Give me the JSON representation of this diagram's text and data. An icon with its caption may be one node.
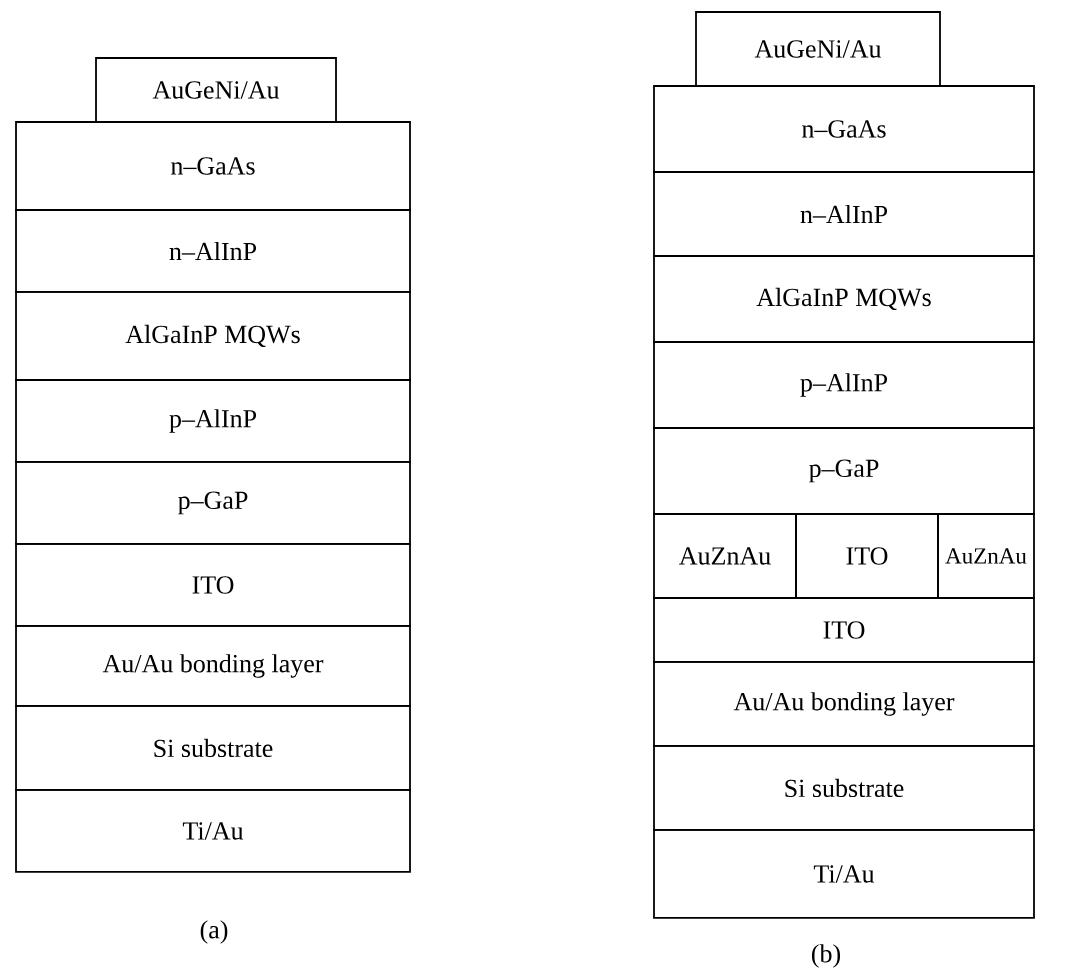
{
  "diagram": {
    "nodes": [
      {
        "text": [
          "AuGeNi/Au"
        ]
      },
      {
        "text": [
          "n–GaAs"
        ]
      },
      {
        "text": [
          "n–AlInP"
        ]
      },
      {
        "text": [
          "AlGaInP MQWs"
        ]
      },
      {
        "text": [
          "p–AlInP"
        ]
      },
      {
        "text": [
          "p–GaP"
        ]
      },
      {
        "text": [
          "ITO"
        ]
      },
      {
        "text": [
          "Au/Au bonding layer"
        ]
      },
      {
        "text": [
          "Si substrate"
        ]
      },
      {
        "text": [
          "Ti/Au"
        ]
      },
      {
        "text": [
          "AuGeNi/Au"
        ]
      },
      {
        "text": [
          "n–GaAs"
        ]
      },
      {
        "text": [
          "n–AlInP"
        ]
      },
      {
        "text": [
          "AlGaInP MQWs"
        ]
      },
      {
        "text": [
          "p–AlInP"
        ]
      },
      {
        "text": [
          "p–GaP"
        ]
      },
      {
        "text": [
          "AuZnAu"
        ]
      },
      {
        "text": [
          "ITO"
        ]
      },
      {
        "text": [
          "AuZnAu"
        ]
      },
      {
        "text": [
          "ITO"
        ]
      },
      {
        "text": [
          "Au/Au bonding layer"
        ]
      },
      {
        "text": [
          "Si substrate"
        ]
      },
      {
        "text": [
          "Ti/Au"
        ]
      }
    ],
    "labels": [
      "(a)",
      "(b)"
    ]
  }
}
